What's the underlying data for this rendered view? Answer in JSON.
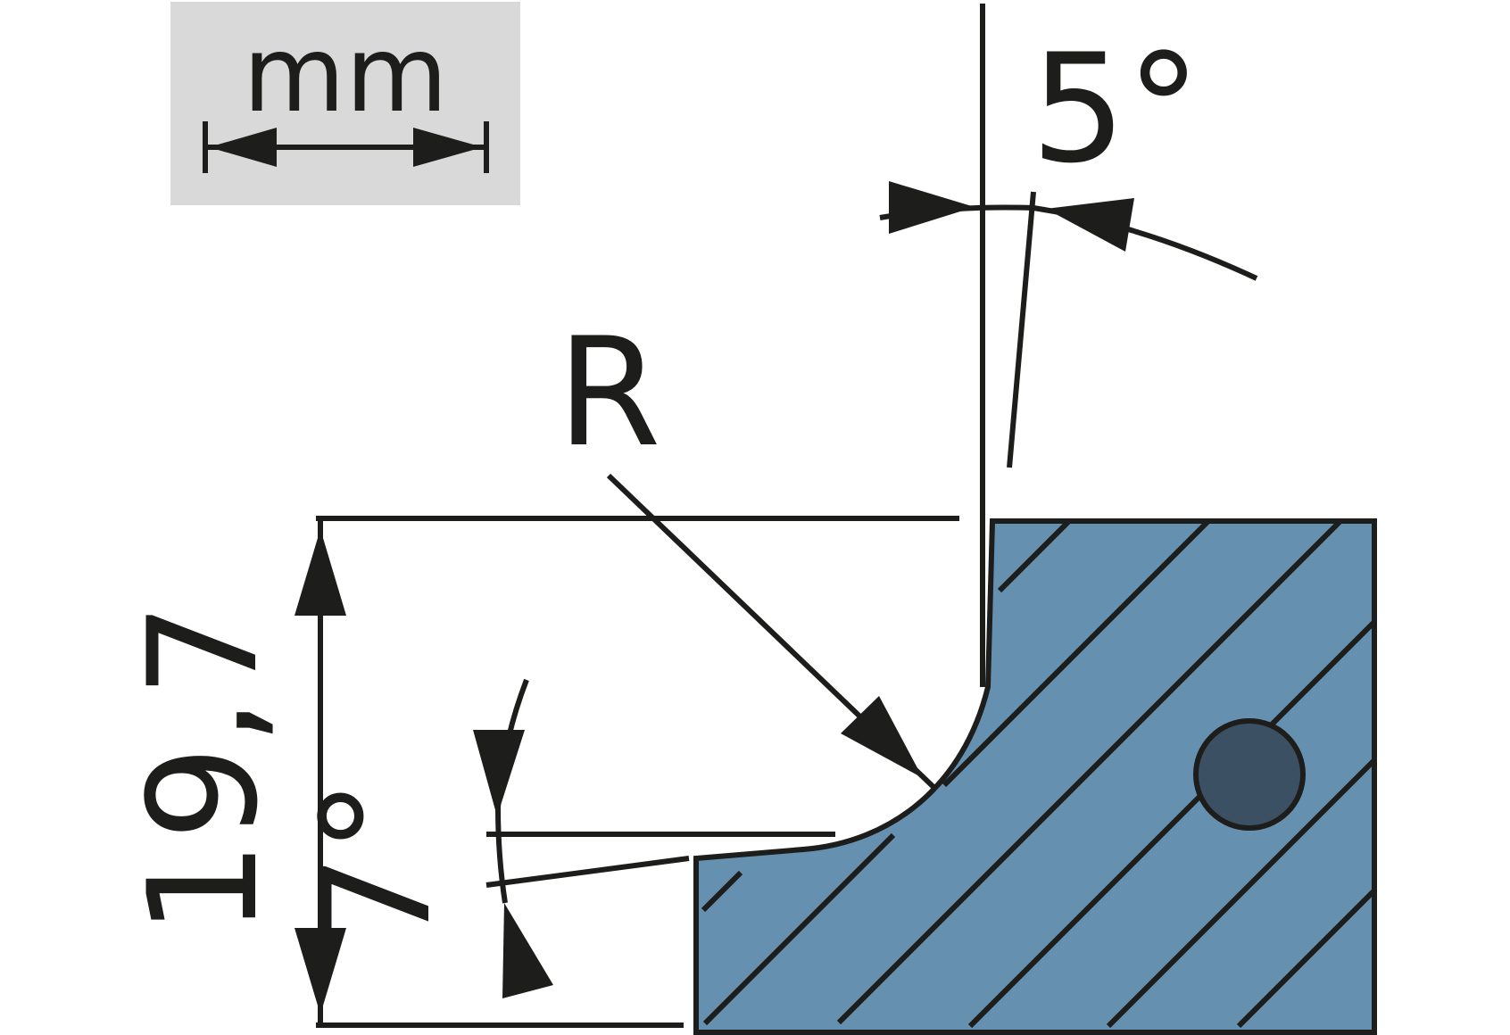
{
  "legend": {
    "unit": "mm"
  },
  "labels": {
    "top_angle": "5°",
    "radius": "R",
    "height": "19,7",
    "bottom_angle": "7°"
  },
  "colors": {
    "stroke": "#1d1d1b",
    "fill": "#6690b0",
    "pin": "#3b5062",
    "legend_bg": "#d9d9d9"
  },
  "icons": {
    "pin": "circle-pin-icon",
    "arrow": "arrowhead-icon"
  }
}
